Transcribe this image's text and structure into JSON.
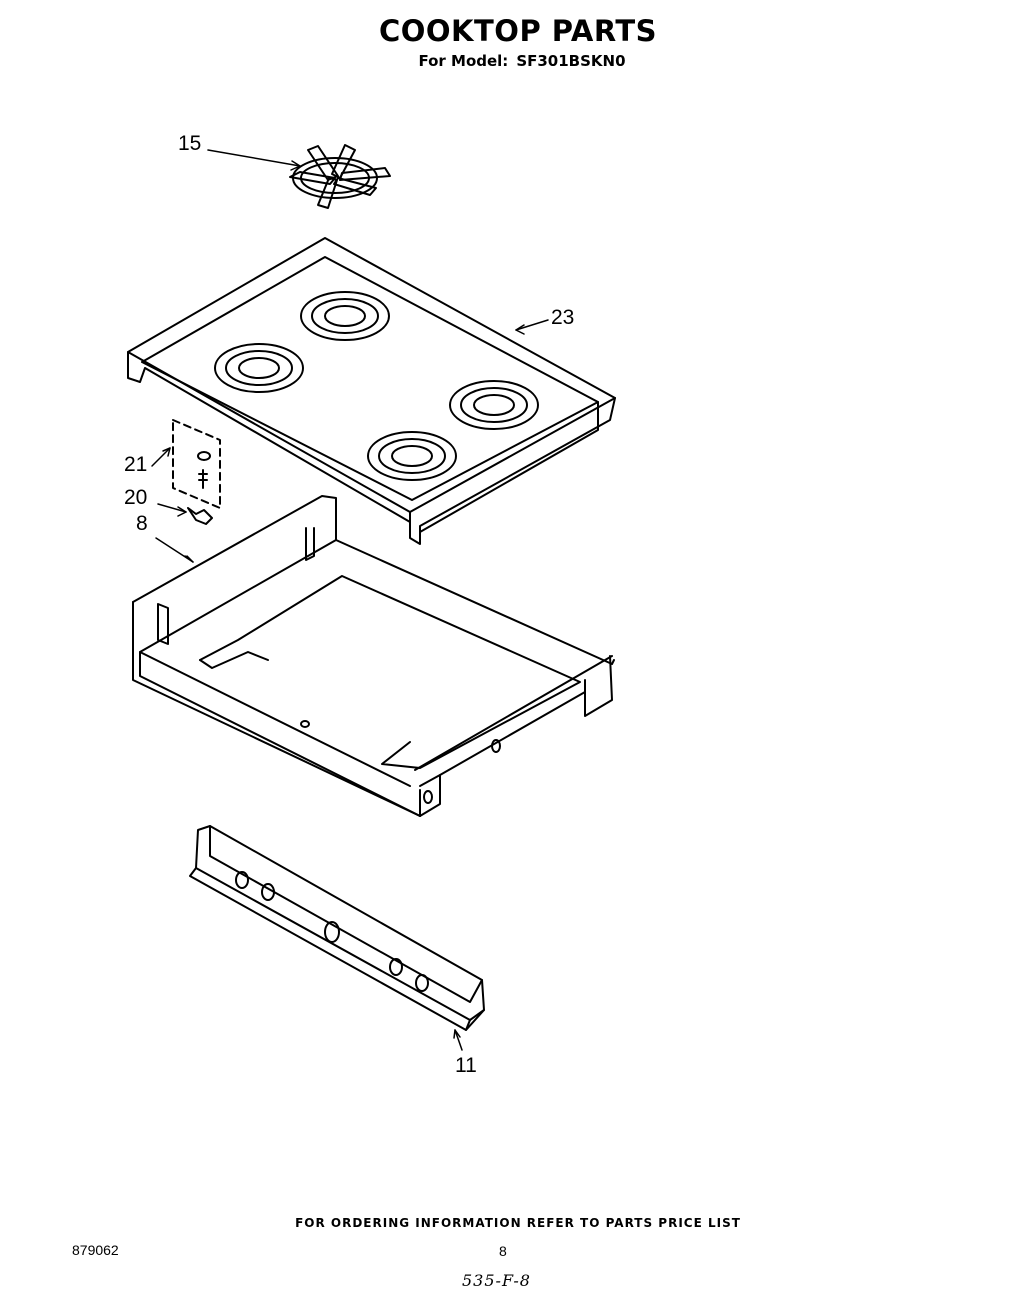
{
  "header": {
    "title": "COOKTOP PARTS",
    "model_prefix": "For Model:",
    "model_number": "SF301BSKN0"
  },
  "callouts": {
    "grate": "15",
    "cooktop": "23",
    "bracket_kit": "21",
    "clip": "20",
    "burner_box": "8",
    "manifold_panel": "11"
  },
  "footer": {
    "ordering_note": "FOR ORDERING INFORMATION REFER TO PARTS PRICE LIST",
    "doc_number": "879062",
    "page_number": "8",
    "handwritten_code": "535-F-8"
  }
}
